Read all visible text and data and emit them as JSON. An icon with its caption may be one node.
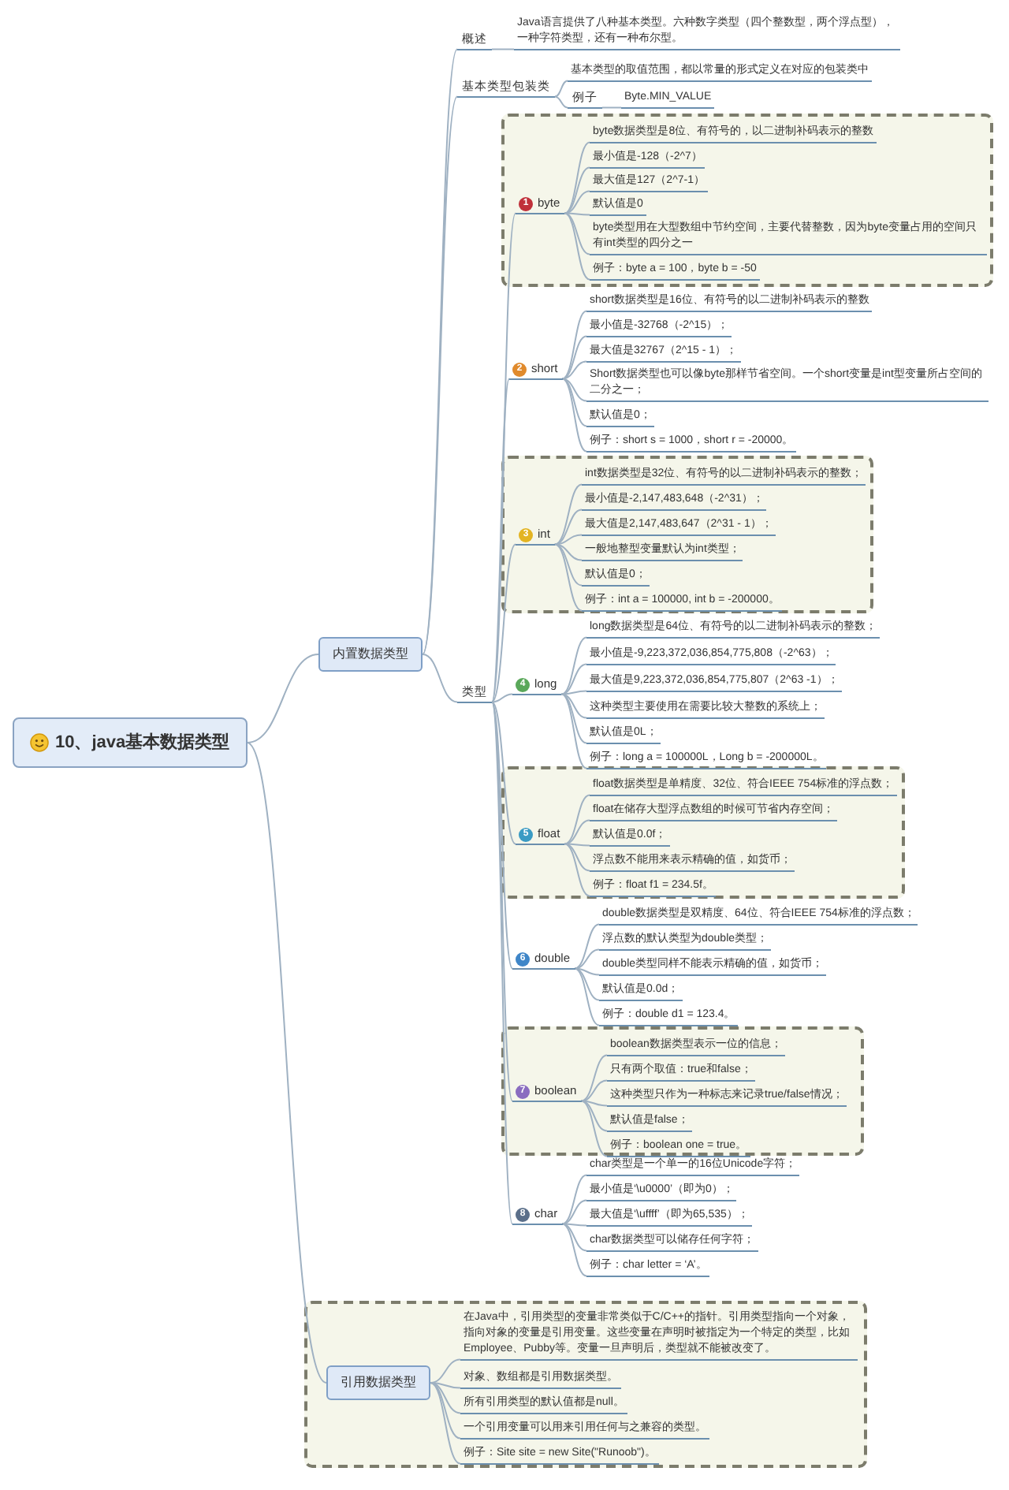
{
  "diagram": {
    "nodes": [
      {
        "text": [
          "10、java基本数据类型"
        ]
      },
      {
        "text": [
          "内置数据类型"
        ]
      },
      {
        "text": [
          "概述"
        ]
      },
      {
        "text": [
          "Java语言提供了八种基本类型。六种数字类型（四个整数型，两个浮点型），一种字符类型，还有一种布尔型。"
        ]
      },
      {
        "text": [
          "基本类型包装类"
        ]
      },
      {
        "text": [
          "基本类型的取值范围，都以常量的形式定义在对应的包装类中"
        ]
      },
      {
        "text": [
          "例子"
        ]
      },
      {
        "text": [
          "Byte.MIN_VALUE"
        ]
      },
      {
        "text": [
          "类型"
        ]
      },
      {
        "text": [],
        "shape": "box"
      },
      {
        "text": [
          "1",
          "byte"
        ],
        "in": 9
      },
      {
        "text": [
          "byte数据类型是8位、有符号的，以二进制补码表示的整数"
        ],
        "in": 9
      },
      {
        "text": [
          "最小值是-128（-2^7）"
        ],
        "in": 9
      },
      {
        "text": [
          "最大值是127（2^7-1）"
        ],
        "in": 9
      },
      {
        "text": [
          "默认值是0"
        ],
        "in": 9
      },
      {
        "text": [
          "byte类型用在大型数组中节约空间，主要代替整数，因为byte变量占用的空间只有int类型的四分之一"
        ],
        "in": 9
      },
      {
        "text": [
          "例子：byte a = 100，byte b = -50"
        ],
        "in": 9
      },
      {
        "text": [
          "2",
          "short"
        ]
      },
      {
        "text": [
          "short数据类型是16位、有符号的以二进制补码表示的整数"
        ]
      },
      {
        "text": [
          "最小值是-32768（-2^15）；"
        ]
      },
      {
        "text": [
          "最大值是32767（2^15 - 1）；"
        ]
      },
      {
        "text": [
          "Short数据类型也可以像byte那样节省空间。一个short变量是int型变量所占空间的二分之一；"
        ]
      },
      {
        "text": [
          "默认值是0；"
        ]
      },
      {
        "text": [
          "例子：short s = 1000，short r = -20000。"
        ]
      },
      {
        "text": [],
        "shape": "box"
      },
      {
        "text": [
          "3",
          "int"
        ],
        "in": 24
      },
      {
        "text": [
          "int数据类型是32位、有符号的以二进制补码表示的整数；"
        ],
        "in": 24
      },
      {
        "text": [
          "最小值是-2,147,483,648（-2^31）；"
        ],
        "in": 24
      },
      {
        "text": [
          "最大值是2,147,483,647（2^31 - 1）；"
        ],
        "in": 24
      },
      {
        "text": [
          "一般地整型变量默认为int类型；"
        ],
        "in": 24
      },
      {
        "text": [
          "默认值是0；"
        ],
        "in": 24
      },
      {
        "text": [
          "例子：int a = 100000, int b = -200000。"
        ],
        "in": 24
      },
      {
        "text": [
          "4",
          "long"
        ]
      },
      {
        "text": [
          "long数据类型是64位、有符号的以二进制补码表示的整数；"
        ]
      },
      {
        "text": [
          "最小值是-9,223,372,036,854,775,808（-2^63）；"
        ]
      },
      {
        "text": [
          "最大值是9,223,372,036,854,775,807（2^63 -1）；"
        ]
      },
      {
        "text": [
          "这种类型主要使用在需要比较大整数的系统上；"
        ]
      },
      {
        "text": [
          "默认值是0L；"
        ]
      },
      {
        "text": [
          "例子：long a = 100000L，Long b = -200000L。"
        ]
      },
      {
        "text": [],
        "shape": "box"
      },
      {
        "text": [
          "5",
          "float"
        ],
        "in": 39
      },
      {
        "text": [
          "float数据类型是单精度、32位、符合IEEE 754标准的浮点数；"
        ],
        "in": 39
      },
      {
        "text": [
          "float在储存大型浮点数组的时候可节省内存空间；"
        ],
        "in": 39
      },
      {
        "text": [
          "默认值是0.0f；"
        ],
        "in": 39
      },
      {
        "text": [
          "浮点数不能用来表示精确的值，如货币；"
        ],
        "in": 39
      },
      {
        "text": [
          "例子：float f1 = 234.5f。"
        ],
        "in": 39
      },
      {
        "text": [
          "6",
          "double"
        ]
      },
      {
        "text": [
          "double数据类型是双精度、64位、符合IEEE 754标准的浮点数；"
        ]
      },
      {
        "text": [
          "浮点数的默认类型为double类型；"
        ]
      },
      {
        "text": [
          "double类型同样不能表示精确的值，如货币；"
        ]
      },
      {
        "text": [
          "默认值是0.0d；"
        ]
      },
      {
        "text": [
          "例子：double d1 = 123.4。"
        ]
      },
      {
        "text": [],
        "shape": "box"
      },
      {
        "text": [
          "7",
          "boolean"
        ],
        "in": 52
      },
      {
        "text": [
          "boolean数据类型表示一位的信息；"
        ],
        "in": 52
      },
      {
        "text": [
          "只有两个取值：true和false；"
        ],
        "in": 52
      },
      {
        "text": [
          "这种类型只作为一种标志来记录true/false情况；"
        ],
        "in": 52
      },
      {
        "text": [
          "默认值是false；"
        ],
        "in": 52
      },
      {
        "text": [
          "例子：boolean one = true。"
        ],
        "in": 52
      },
      {
        "text": [
          "8",
          "char"
        ]
      },
      {
        "text": [
          "char类型是一个单一的16位Unicode字符；"
        ]
      },
      {
        "text": [
          "最小值是‘\\u0000’（即为0）；"
        ]
      },
      {
        "text": [
          "最大值是‘\\uffff’（即为65,535）；"
        ]
      },
      {
        "text": [
          "char数据类型可以储存任何字符；"
        ]
      },
      {
        "text": [
          "例子：char letter = ‘A’。"
        ]
      },
      {
        "text": [],
        "shape": "box"
      },
      {
        "text": [
          "引用数据类型"
        ],
        "in": 65
      },
      {
        "text": [
          "在Java中，引用类型的变量非常类似于C/C++的指针。引用类型指向一个对象，指向对象的变量是引用变量。这些变量在声明时被指定为一个特定的类型，比如Employee、Pubby等。变量一旦声明后，类型就不能被改变了。"
        ],
        "in": 65
      },
      {
        "text": [
          "对象、数组都是引用数据类型。"
        ],
        "in": 65
      },
      {
        "text": [
          "所有引用类型的默认值都是null。"
        ],
        "in": 65
      },
      {
        "text": [
          "一个引用变量可以用来引用任何与之兼容的类型。"
        ],
        "in": 65
      },
      {
        "text": [
          "例子：Site site = new Site(\"Runoob\")。"
        ],
        "in": 65
      }
    ],
    "edges": [
      {
        "from": 0,
        "to": 1,
        "arrow": "none"
      },
      {
        "from": 0,
        "to": 66,
        "arrow": "none"
      },
      {
        "from": 1,
        "to": 2,
        "arrow": "none"
      },
      {
        "from": 1,
        "to": 4,
        "arrow": "none"
      },
      {
        "from": 1,
        "to": 8,
        "arrow": "none"
      },
      {
        "from": 2,
        "to": 3,
        "arrow": "none"
      },
      {
        "from": 4,
        "to": 5,
        "arrow": "none"
      },
      {
        "from": 4,
        "to": 6,
        "arrow": "none"
      },
      {
        "from": 6,
        "to": 7,
        "arrow": "none"
      },
      {
        "from": 8,
        "to": 10,
        "arrow": "none"
      },
      {
        "from": 8,
        "to": 17,
        "arrow": "none"
      },
      {
        "from": 8,
        "to": 25,
        "arrow": "none"
      },
      {
        "from": 8,
        "to": 32,
        "arrow": "none"
      },
      {
        "from": 8,
        "to": 40,
        "arrow": "none"
      },
      {
        "from": 8,
        "to": 46,
        "arrow": "none"
      },
      {
        "from": 8,
        "to": 53,
        "arrow": "none"
      },
      {
        "from": 8,
        "to": 59,
        "arrow": "none"
      },
      {
        "from": 10,
        "to": 11,
        "arrow": "none"
      },
      {
        "from": 10,
        "to": 12,
        "arrow": "none"
      },
      {
        "from": 10,
        "to": 13,
        "arrow": "none"
      },
      {
        "from": 10,
        "to": 14,
        "arrow": "none"
      },
      {
        "from": 10,
        "to": 15,
        "arrow": "none"
      },
      {
        "from": 10,
        "to": 16,
        "arrow": "none"
      },
      {
        "from": 17,
        "to": 18,
        "arrow": "none"
      },
      {
        "from": 17,
        "to": 19,
        "arrow": "none"
      },
      {
        "from": 17,
        "to": 20,
        "arrow": "none"
      },
      {
        "from": 17,
        "to": 21,
        "arrow": "none"
      },
      {
        "from": 17,
        "to": 22,
        "arrow": "none"
      },
      {
        "from": 17,
        "to": 23,
        "arrow": "none"
      },
      {
        "from": 25,
        "to": 26,
        "arrow": "none"
      },
      {
        "from": 25,
        "to": 27,
        "arrow": "none"
      },
      {
        "from": 25,
        "to": 28,
        "arrow": "none"
      },
      {
        "from": 25,
        "to": 29,
        "arrow": "none"
      },
      {
        "from": 25,
        "to": 30,
        "arrow": "none"
      },
      {
        "from": 25,
        "to": 31,
        "arrow": "none"
      },
      {
        "from": 32,
        "to": 33,
        "arrow": "none"
      },
      {
        "from": 32,
        "to": 34,
        "arrow": "none"
      },
      {
        "from": 32,
        "to": 35,
        "arrow": "none"
      },
      {
        "from": 32,
        "to": 36,
        "arrow": "none"
      },
      {
        "from": 32,
        "to": 37,
        "arrow": "none"
      },
      {
        "from": 32,
        "to": 38,
        "arrow": "none"
      },
      {
        "from": 40,
        "to": 41,
        "arrow": "none"
      },
      {
        "from": 40,
        "to": 42,
        "arrow": "none"
      },
      {
        "from": 40,
        "to": 43,
        "arrow": "none"
      },
      {
        "from": 40,
        "to": 44,
        "arrow": "none"
      },
      {
        "from": 40,
        "to": 45,
        "arrow": "none"
      },
      {
        "from": 46,
        "to": 47,
        "arrow": "none"
      },
      {
        "from": 46,
        "to": 48,
        "arrow": "none"
      },
      {
        "from": 46,
        "to": 49,
        "arrow": "none"
      },
      {
        "from": 46,
        "to": 50,
        "arrow": "none"
      },
      {
        "from": 46,
        "to": 51,
        "arrow": "none"
      },
      {
        "from": 53,
        "to": 54,
        "arrow": "none"
      },
      {
        "from": 53,
        "to": 55,
        "arrow": "none"
      },
      {
        "from": 53,
        "to": 56,
        "arrow": "none"
      },
      {
        "from": 53,
        "to": 57,
        "arrow": "none"
      },
      {
        "from": 53,
        "to": 58,
        "arrow": "none"
      },
      {
        "from": 59,
        "to": 60,
        "arrow": "none"
      },
      {
        "from": 59,
        "to": 61,
        "arrow": "none"
      },
      {
        "from": 59,
        "to": 62,
        "arrow": "none"
      },
      {
        "from": 59,
        "to": 63,
        "arrow": "none"
      },
      {
        "from": 59,
        "to": 64,
        "arrow": "none"
      },
      {
        "from": 66,
        "to": 67,
        "arrow": "none"
      },
      {
        "from": 66,
        "to": 68,
        "arrow": "none"
      },
      {
        "from": 66,
        "to": 69,
        "arrow": "none"
      },
      {
        "from": 66,
        "to": 70,
        "arrow": "none"
      },
      {
        "from": 66,
        "to": 71,
        "arrow": "none"
      }
    ]
  }
}
